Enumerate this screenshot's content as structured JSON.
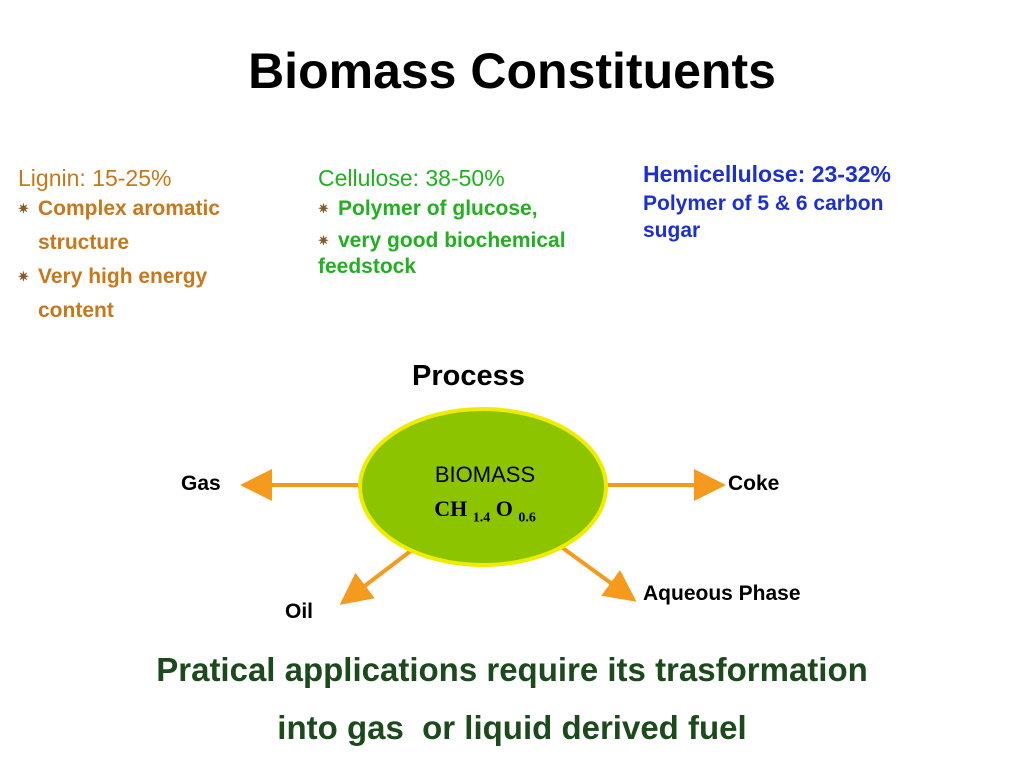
{
  "title": "Biomass Constituents",
  "constituents": {
    "lignin": {
      "heading": "Lignin: 15-25%",
      "bullets": [
        "Complex aromatic",
        "structure",
        "Very high energy",
        "content"
      ]
    },
    "cellulose": {
      "heading": "Cellulose: 38-50%",
      "bullets": [
        "Polymer of glucose,",
        "very good biochemical",
        "feedstock"
      ]
    },
    "hemicellulose": {
      "heading": "Hemicellulose: 23-32%",
      "lines": [
        "Polymer of 5 & 6 carbon",
        "sugar"
      ]
    }
  },
  "diagram": {
    "process_label": "Process",
    "center": {
      "name": "BIOMASS",
      "formula_ch": "CH",
      "formula_ch_sub": "1.4",
      "formula_o": "O",
      "formula_o_sub": "0.6"
    },
    "outputs": {
      "gas": "Gas",
      "coke": "Coke",
      "oil": "Oil",
      "aqueous": "Aqueous Phase"
    },
    "colors": {
      "ellipse_fill": "#8cc400",
      "ellipse_border": "#f0ec00",
      "arrow": "#f59a1c"
    }
  },
  "footer": {
    "line1": "Pratical applications require its trasformation",
    "line2": "into gas  or liquid derived fuel"
  }
}
